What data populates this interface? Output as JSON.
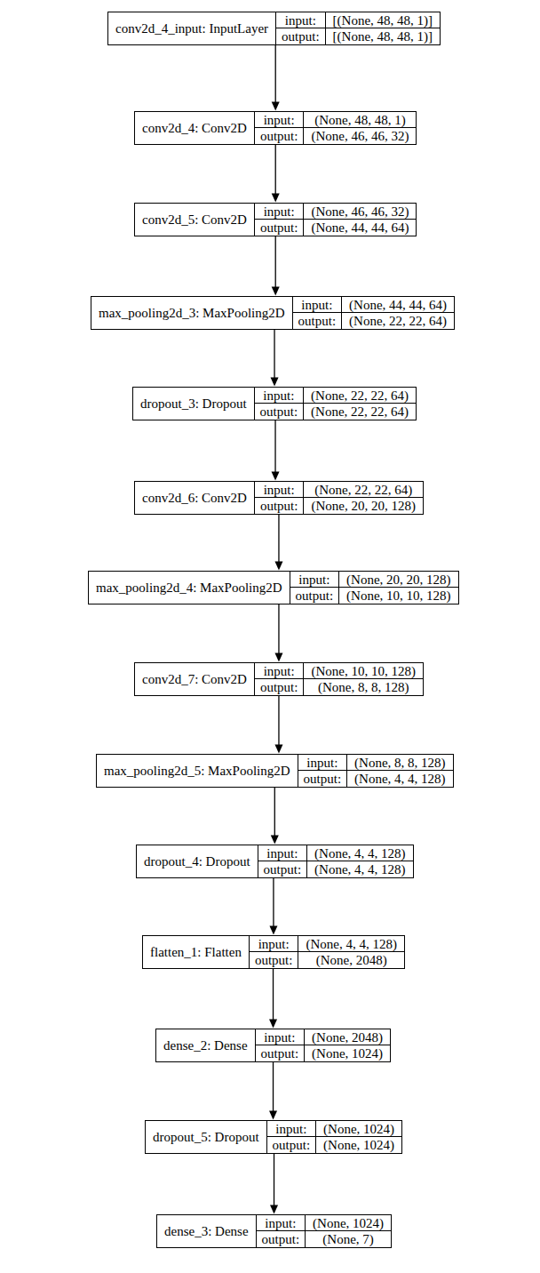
{
  "diagram": {
    "nodes": [
      {
        "text": [
          "conv2d_4_input: InputLayer",
          "input:",
          "[(None, 48, 48, 1)]",
          "output:",
          "[(None, 48, 48, 1)]"
        ]
      },
      {
        "text": [
          "conv2d_4: Conv2D",
          "input:",
          "(None, 48, 48, 1)",
          "output:",
          "(None, 46, 46, 32)"
        ]
      },
      {
        "text": [
          "conv2d_5: Conv2D",
          "input:",
          "(None, 46, 46, 32)",
          "output:",
          "(None, 44, 44, 64)"
        ]
      },
      {
        "text": [
          "max_pooling2d_3: MaxPooling2D",
          "input:",
          "(None, 44, 44, 64)",
          "output:",
          "(None, 22, 22, 64)"
        ]
      },
      {
        "text": [
          "dropout_3: Dropout",
          "input:",
          "(None, 22, 22, 64)",
          "output:",
          "(None, 22, 22, 64)"
        ]
      },
      {
        "text": [
          "conv2d_6: Conv2D",
          "input:",
          "(None, 22, 22, 64)",
          "output:",
          "(None, 20, 20, 128)"
        ]
      },
      {
        "text": [
          "max_pooling2d_4: MaxPooling2D",
          "input:",
          "(None, 20, 20, 128)",
          "output:",
          "(None, 10, 10, 128)"
        ]
      },
      {
        "text": [
          "conv2d_7: Conv2D",
          "input:",
          "(None, 10, 10, 128)",
          "output:",
          "(None, 8, 8, 128)"
        ]
      },
      {
        "text": [
          "max_pooling2d_5: MaxPooling2D",
          "input:",
          "(None, 8, 8, 128)",
          "output:",
          "(None, 4, 4, 128)"
        ]
      },
      {
        "text": [
          "dropout_4: Dropout",
          "input:",
          "(None, 4, 4, 128)",
          "output:",
          "(None, 4, 4, 128)"
        ]
      },
      {
        "text": [
          "flatten_1: Flatten",
          "input:",
          "(None, 4, 4, 128)",
          "output:",
          "(None, 2048)"
        ]
      },
      {
        "text": [
          "dense_2: Dense",
          "input:",
          "(None, 2048)",
          "output:",
          "(None, 1024)"
        ]
      },
      {
        "text": [
          "dropout_5: Dropout",
          "input:",
          "(None, 1024)",
          "output:",
          "(None, 1024)"
        ]
      },
      {
        "text": [
          "dense_3: Dense",
          "input:",
          "(None, 1024)",
          "output:",
          "(None, 7)"
        ]
      }
    ],
    "edges": [
      {
        "from": 0,
        "to": 1,
        "arrow": "to"
      },
      {
        "from": 1,
        "to": 2,
        "arrow": "to"
      },
      {
        "from": 2,
        "to": 3,
        "arrow": "to"
      },
      {
        "from": 3,
        "to": 4,
        "arrow": "to"
      },
      {
        "from": 4,
        "to": 5,
        "arrow": "to"
      },
      {
        "from": 5,
        "to": 6,
        "arrow": "to"
      },
      {
        "from": 6,
        "to": 7,
        "arrow": "to"
      },
      {
        "from": 7,
        "to": 8,
        "arrow": "to"
      },
      {
        "from": 8,
        "to": 9,
        "arrow": "to"
      },
      {
        "from": 9,
        "to": 10,
        "arrow": "to"
      },
      {
        "from": 10,
        "to": 11,
        "arrow": "to"
      },
      {
        "from": 11,
        "to": 12,
        "arrow": "to"
      },
      {
        "from": 12,
        "to": 13,
        "arrow": "to"
      }
    ]
  }
}
